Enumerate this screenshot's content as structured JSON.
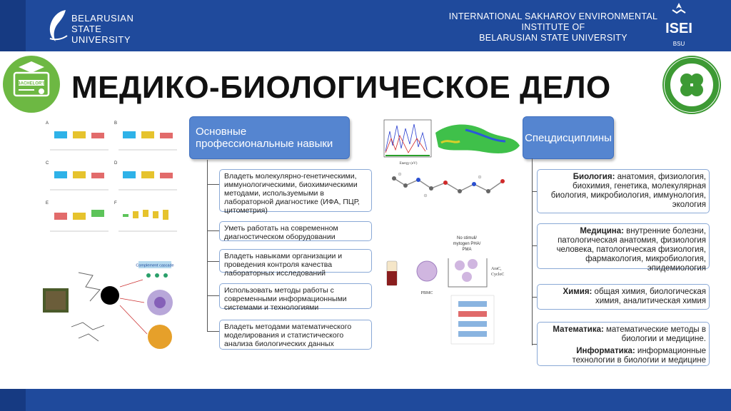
{
  "header": {
    "bsu_lines": [
      "BELARUSIAN",
      "STATE",
      "UNIVERSITY"
    ],
    "isei_lines": [
      "INTERNATIONAL  SAKHAROV ENVIRONMENTAL",
      "INSTITUTE  OF",
      "BELARUSIAN STATE UNIVERSITY"
    ],
    "isei_logo_text": "ISEI",
    "isei_logo_sub": "BSU"
  },
  "badge_label": "BACHELOR'S",
  "title": "МЕДИКО-БИОЛОГИЧЕСКОЕ ДЕЛО",
  "skills": {
    "heading": "Основные профессиональные навыки",
    "items": [
      "Владеть молекулярно-генетическими, иммунологическими, биохимическими методами, используемыми в лабораторной диагностике (ИФА, ПЦР, цитометрия)",
      "Уметь работать  на современном диагностическом оборудовании",
      "Владеть навыками организации и проведения контроля качества лабораторных исследований",
      "Использовать методы работы с современными информационными системами и технологиями",
      "Владеть методами математического моделирования и статистического анализа биологических данных"
    ]
  },
  "specs": {
    "heading": "Спецдисциплины",
    "biology": {
      "label": "Биология:",
      "text": " анатомия, физиология, биохимия, генетика, молекулярная биология, микробиология, иммунология, экология"
    },
    "medicine": {
      "label": "Медицина:",
      "text": " внутренние болезни, патологическая анатомия, физиология человека, патологическая физиология, фармакология, микробиология, эпидемиология"
    },
    "chemistry": {
      "label": "Химия:",
      "text": " общая химия, биологическая химия, аналитическая химия"
    },
    "math": {
      "label": "Математика:",
      "text": " математические методы в биологии и медицине."
    },
    "informatics": {
      "label": "Информатика:",
      "text": " информационные технологии в биологии и медицине"
    }
  },
  "figure_labels": {
    "panel_a": "A",
    "panel_b": "B",
    "panel_c": "C",
    "panel_d": "D",
    "panel_e": "E",
    "panel_f": "F",
    "complement": "Complement cascade",
    "pbmc": "PBMC",
    "no_stimuli": "No stimuli/",
    "mitogen": "mytogen PHA/",
    "pma": "PMA",
    "arac": "AraC,",
    "cycloc": "CycloC",
    "energy": "Energy (eV)"
  },
  "colors": {
    "header_blue": "#1f4a9c",
    "box_blue": "#5585d0",
    "badge_green": "#6db843"
  }
}
